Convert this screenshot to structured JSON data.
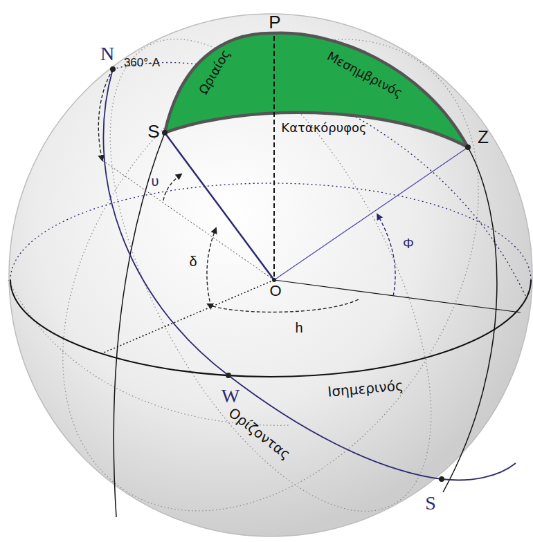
{
  "diagram": {
    "labels": [
      "P",
      "N",
      "Ωριαίος",
      "Μεσημβρινός",
      "360°-A",
      "S",
      "Κατακόρυφος",
      "Z",
      "υ",
      "δ",
      "Φ",
      "O",
      "h",
      "Ισημερινός",
      "W",
      "Ορίζοντας",
      "S"
    ]
  }
}
